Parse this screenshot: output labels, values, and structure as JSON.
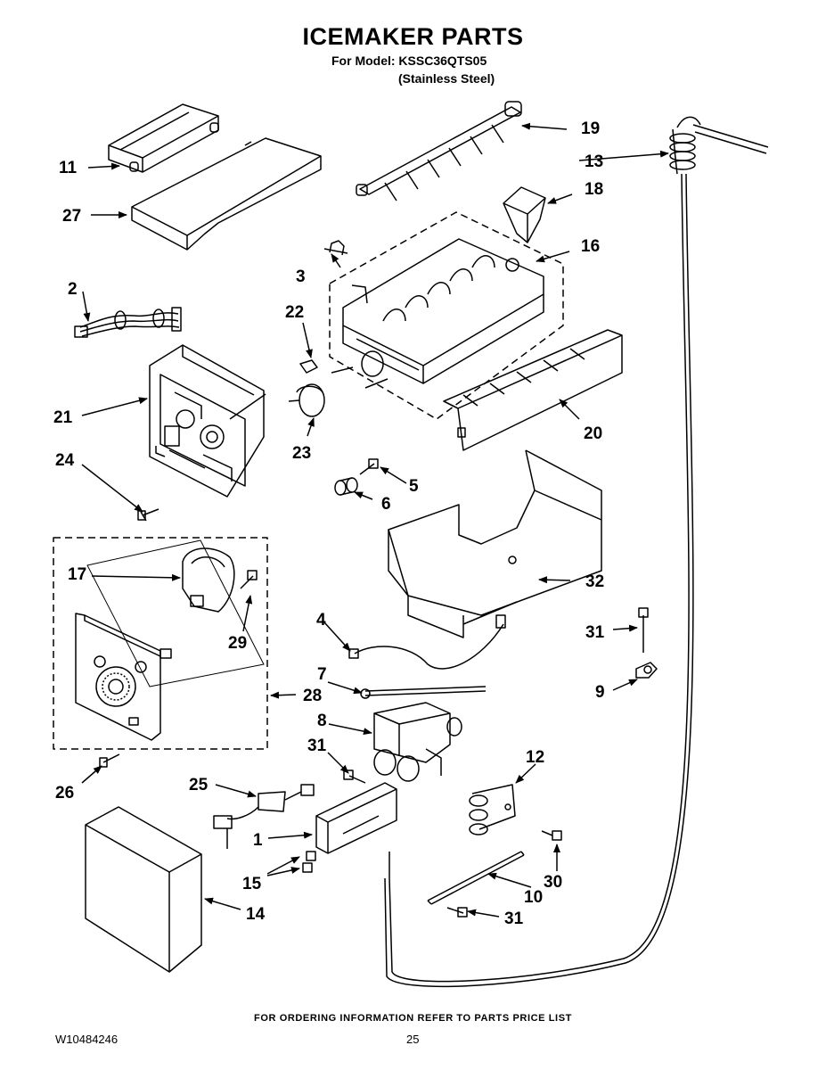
{
  "header": {
    "title": "ICEMAKER PARTS",
    "model_line": "For Model: KSSC36QTS05",
    "finish_line": "(Stainless Steel)"
  },
  "callouts": {
    "c1": "1",
    "c2": "2",
    "c3": "3",
    "c4": "4",
    "c5": "5",
    "c6": "6",
    "c7": "7",
    "c8": "8",
    "c9": "9",
    "c10": "10",
    "c11": "11",
    "c12": "12",
    "c13": "13",
    "c14": "14",
    "c15": "15",
    "c16": "16",
    "c17": "17",
    "c18": "18",
    "c19": "19",
    "c20": "20",
    "c21": "21",
    "c22": "22",
    "c23": "23",
    "c24": "24",
    "c25": "25",
    "c26": "26",
    "c27": "27",
    "c28": "28",
    "c29": "29",
    "c30": "30",
    "c31a": "31",
    "c31b": "31",
    "c31c": "31",
    "c32": "32"
  },
  "footer": {
    "ordering_note": "FOR ORDERING INFORMATION REFER TO PARTS PRICE LIST",
    "doc_number": "W10484246",
    "page": "25"
  }
}
